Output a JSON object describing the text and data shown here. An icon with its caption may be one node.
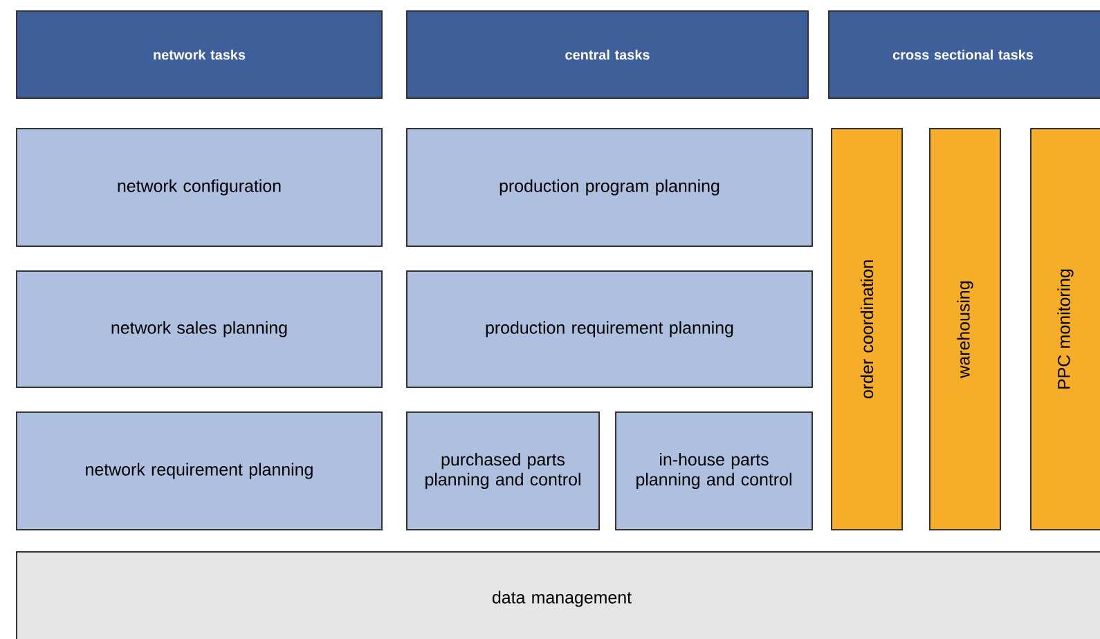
{
  "diagram": {
    "nodes": [
      {
        "text": [
          "network tasks"
        ]
      },
      {
        "text": [
          "central tasks"
        ]
      },
      {
        "text": [
          "cross sectional tasks"
        ]
      },
      {
        "text": [
          "network configuration"
        ]
      },
      {
        "text": [
          "production program planning"
        ]
      },
      {
        "text": [
          "order coordination"
        ]
      },
      {
        "text": [
          "warehousing"
        ]
      },
      {
        "text": [
          "PPC monitoring"
        ]
      },
      {
        "text": [
          "network sales planning"
        ]
      },
      {
        "text": [
          "production requirement planning"
        ]
      },
      {
        "text": [
          "network requirement planning"
        ]
      },
      {
        "text": [
          "purchased parts planning and control"
        ]
      },
      {
        "text": [
          "in-house parts planning and control"
        ]
      },
      {
        "text": [
          "data management"
        ]
      }
    ]
  }
}
